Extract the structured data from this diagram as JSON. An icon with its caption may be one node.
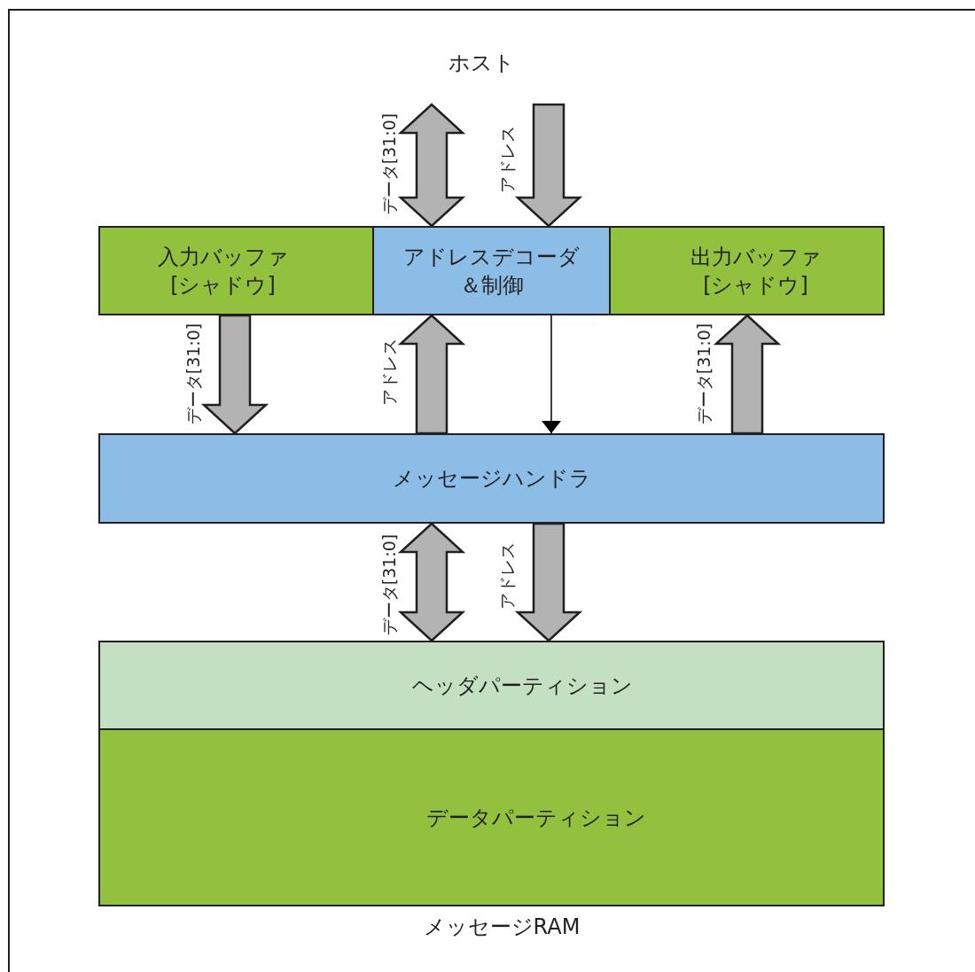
{
  "diagram": {
    "nodes": [
      {
        "text": [
          "ホスト"
        ]
      },
      {
        "text": [
          "入力バッファ[シャドウ]"
        ]
      },
      {
        "text": [
          "アドレスデコーダ＆制御"
        ]
      },
      {
        "text": [
          "出力バッファ[シャドウ]"
        ]
      },
      {
        "text": [
          "メッセージハンドラ"
        ]
      },
      {
        "text": [
          "ヘッダパーティション"
        ]
      },
      {
        "text": [
          "データパーティション"
        ]
      }
    ],
    "edges": [
      {
        "from": 0,
        "to": 2,
        "arrow": "both",
        "label": "データ[31:0]"
      },
      {
        "from": 0,
        "to": 2,
        "arrow": "to",
        "label": "アドレス"
      },
      {
        "from": 1,
        "to": 4,
        "arrow": "to",
        "label": "データ[31:0]"
      },
      {
        "from": 4,
        "to": 2,
        "arrow": "to",
        "label": "アドレス"
      },
      {
        "from": 2,
        "to": 4,
        "arrow": "to",
        "color": "#000000"
      },
      {
        "from": 4,
        "to": 3,
        "arrow": "to",
        "label": "データ[31:0]"
      },
      {
        "from": 4,
        "to": 5,
        "arrow": "both",
        "label": "データ[31:0]"
      },
      {
        "from": 4,
        "to": 5,
        "arrow": "to",
        "label": "アドレス"
      }
    ],
    "labels": [
      "メッセージRAM"
    ]
  }
}
